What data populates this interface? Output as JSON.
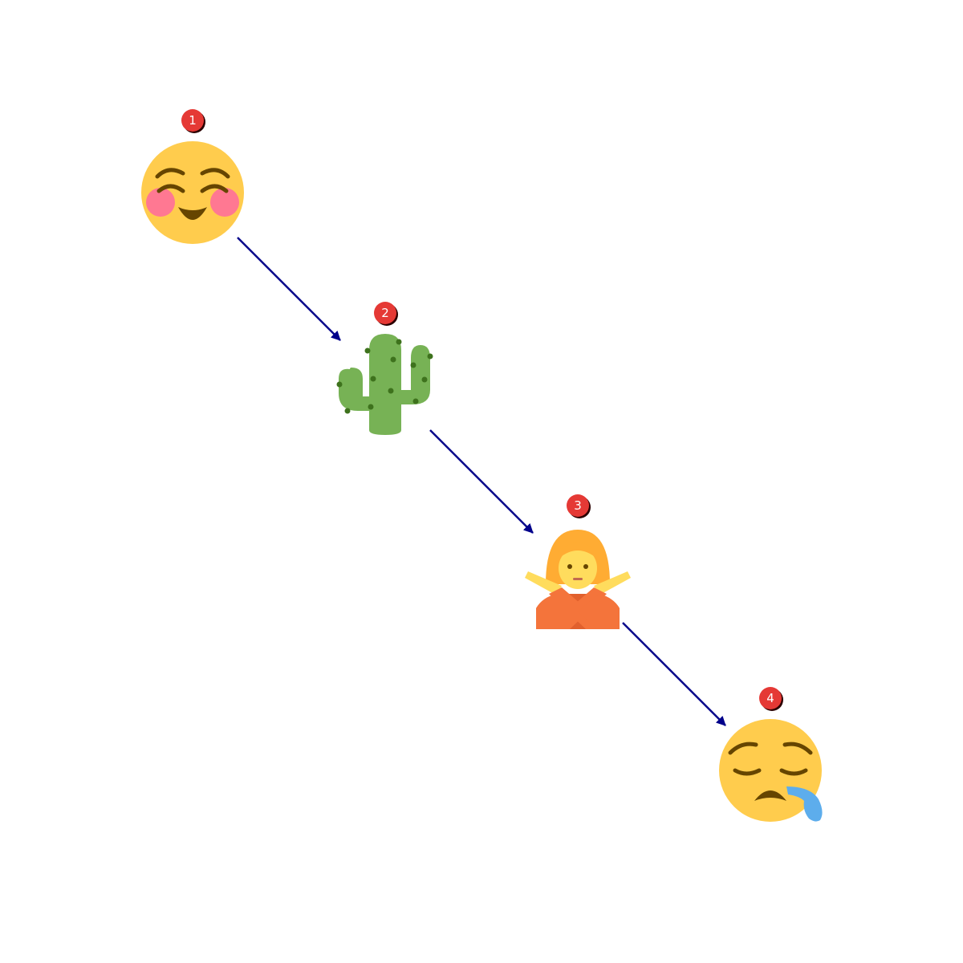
{
  "diagram": {
    "type": "sequence",
    "steps": [
      {
        "number": "1",
        "icon": "smiling-face-with-smiling-eyes-icon"
      },
      {
        "number": "2",
        "icon": "cactus-icon"
      },
      {
        "number": "3",
        "icon": "person-gesturing-no-icon"
      },
      {
        "number": "4",
        "icon": "sleepy-face-icon"
      }
    ],
    "connections": [
      {
        "from": "1",
        "to": "2"
      },
      {
        "from": "2",
        "to": "3"
      },
      {
        "from": "3",
        "to": "4"
      }
    ]
  },
  "colors": {
    "arrow": "#00008b",
    "badge": "#e53935",
    "badge_shadow": "#2b0000",
    "emoji_yellow": "#ffcc4d",
    "emoji_features": "#664500",
    "blush": "#ff7892",
    "cactus": "#77b255",
    "cactus_spots": "#3e721d",
    "hair": "#ffac33",
    "skin": "#ffdc5d",
    "shirt": "#f4743b",
    "shirt_dark": "#e1602d",
    "tear": "#5dadec"
  }
}
